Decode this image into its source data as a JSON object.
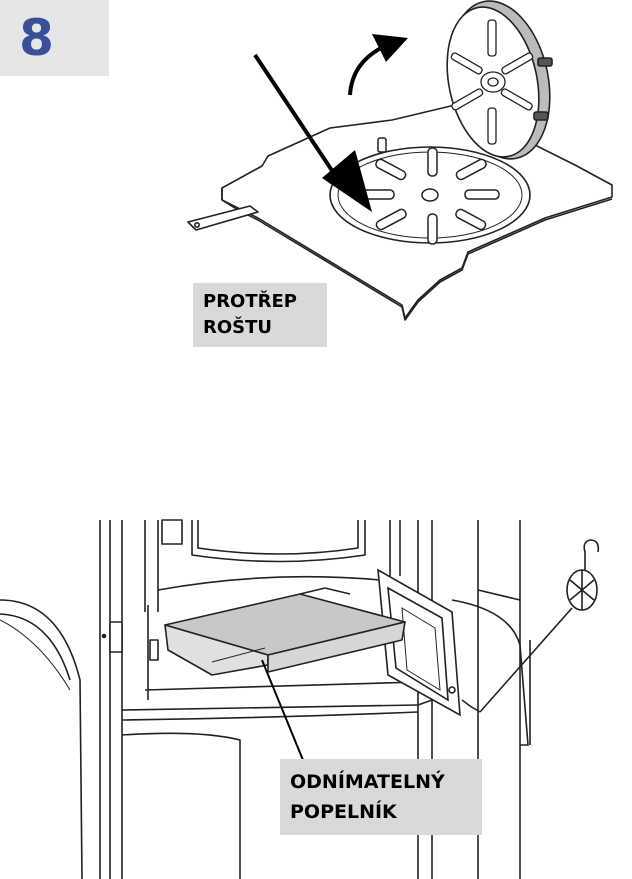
{
  "step": {
    "number": "8",
    "badge_color": "#3a4f9a"
  },
  "top_illustration": {
    "label_line1": "PROTŘEP",
    "label_line2": "ROŠTU"
  },
  "bottom_illustration": {
    "label_line1": "ODNÍMATELNÝ",
    "label_line2": "POPELNÍK"
  }
}
